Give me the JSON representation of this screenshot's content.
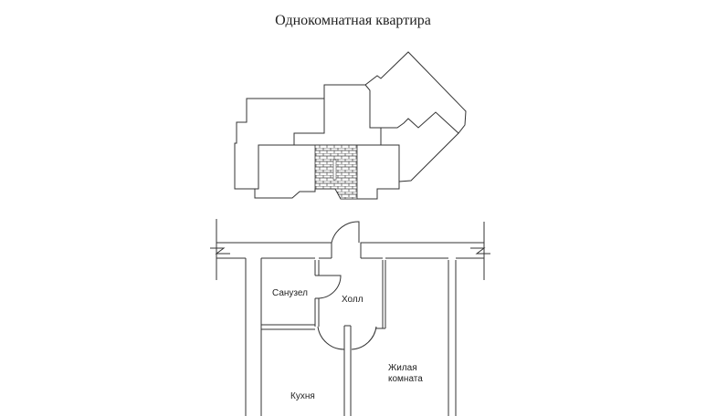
{
  "title": "Однокомнатная квартира",
  "rooms": {
    "bathroom": "Санузел",
    "hall": "Холл",
    "living_line1": "Жилая",
    "living_line2": "комната",
    "kitchen": "Кухня"
  }
}
